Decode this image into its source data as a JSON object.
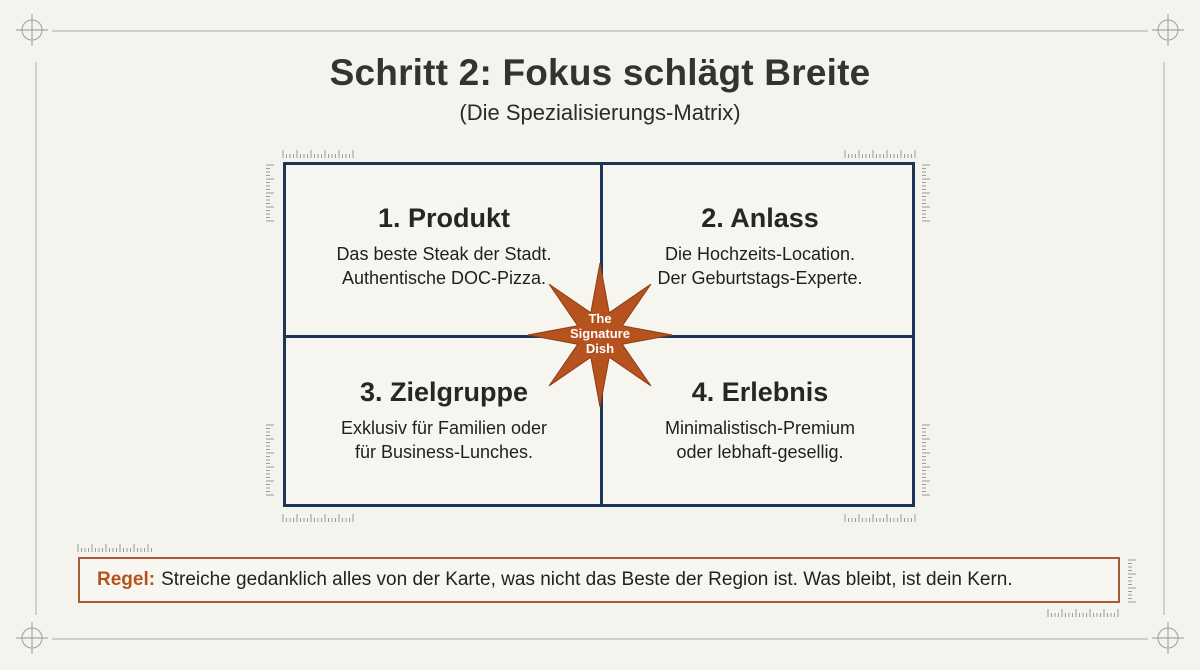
{
  "title": "Schritt 2: Fokus schlägt Breite",
  "subtitle": "(Die Spezialisierungs-Matrix)",
  "matrix": {
    "cells": [
      {
        "heading": "1. Produkt",
        "line1": "Das beste Steak der Stadt.",
        "line2": "Authentische DOC-Pizza."
      },
      {
        "heading": "2. Anlass",
        "line1": "Die Hochzeits-Location.",
        "line2": "Der Geburtstags-Experte."
      },
      {
        "heading": "3. Zielgruppe",
        "line1": "Exklusiv für Familien oder",
        "line2": "für Business-Lunches."
      },
      {
        "heading": "4. Erlebnis",
        "line1": "Minimalistisch-Premium",
        "line2": "oder lebhaft-gesellig."
      }
    ],
    "center": {
      "line1": "The",
      "line2": "Signature",
      "line3": "Dish"
    }
  },
  "rule": {
    "label": "Regel:",
    "text": "Streiche gedanklich alles von der Karte, was nicht das Beste der Region ist. Was bleibt, ist dein Kern."
  },
  "colors": {
    "matrix_border": "#1e3656",
    "star": "#b5521e",
    "rule_border": "#a45a32",
    "background": "#f4f3ee"
  }
}
